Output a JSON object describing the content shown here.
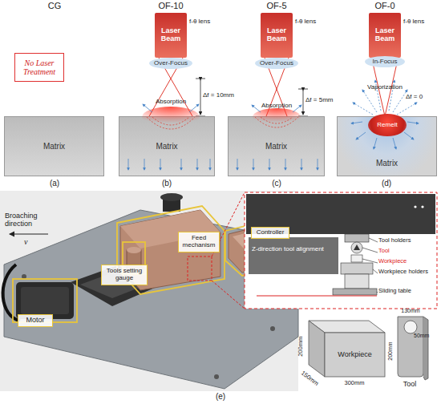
{
  "diagram": {
    "nodes": [
      {
        "text": [
          "No Laser Treatment"
        ]
      },
      {
        "text": [
          "Matrix"
        ]
      },
      {
        "text": [
          "Laser Beam"
        ]
      },
      {
        "text": [
          "Over-Focus"
        ]
      },
      {
        "text": [
          "Matrix"
        ]
      },
      {
        "text": [
          "Laser Beam"
        ]
      },
      {
        "text": [
          "Over-Focus"
        ]
      },
      {
        "text": [
          "Matrix"
        ]
      },
      {
        "text": [
          "Laser Beam"
        ]
      },
      {
        "text": [
          "In-Focus"
        ]
      },
      {
        "text": [
          "Matrix"
        ]
      },
      {
        "text": [
          "Remelt"
        ],
        "in": 10
      },
      {
        "text": [
          "Motor"
        ]
      },
      {
        "text": [
          "Feed mechanism"
        ]
      },
      {
        "text": [
          "Tools setting gauge"
        ]
      },
      {
        "text": [
          "Controller"
        ]
      },
      {
        "text": [
          "Workpiece"
        ]
      },
      {
        "text": [
          "Tool"
        ]
      }
    ],
    "labels": [
      "CG",
      "OF-10",
      "OF-5",
      "OF-0",
      "(a)",
      "(b)",
      "(c)",
      "(d)",
      "(e)",
      "f-θ lens",
      "f-θ lens",
      "f-θ lens",
      "Δf = 10mm",
      "Δf = 5mm",
      "Δf = 0",
      "Absorption",
      "Absorption",
      "Vaporization",
      "Broaching direction",
      "v",
      "Z-direction tool alignment",
      "Tool holders",
      "Tool",
      "Workpiece",
      "Workpiece holders",
      "Sliding table",
      "200mm",
      "150mm",
      "300mm",
      "130mm",
      "50mm",
      "200mm"
    ]
  }
}
